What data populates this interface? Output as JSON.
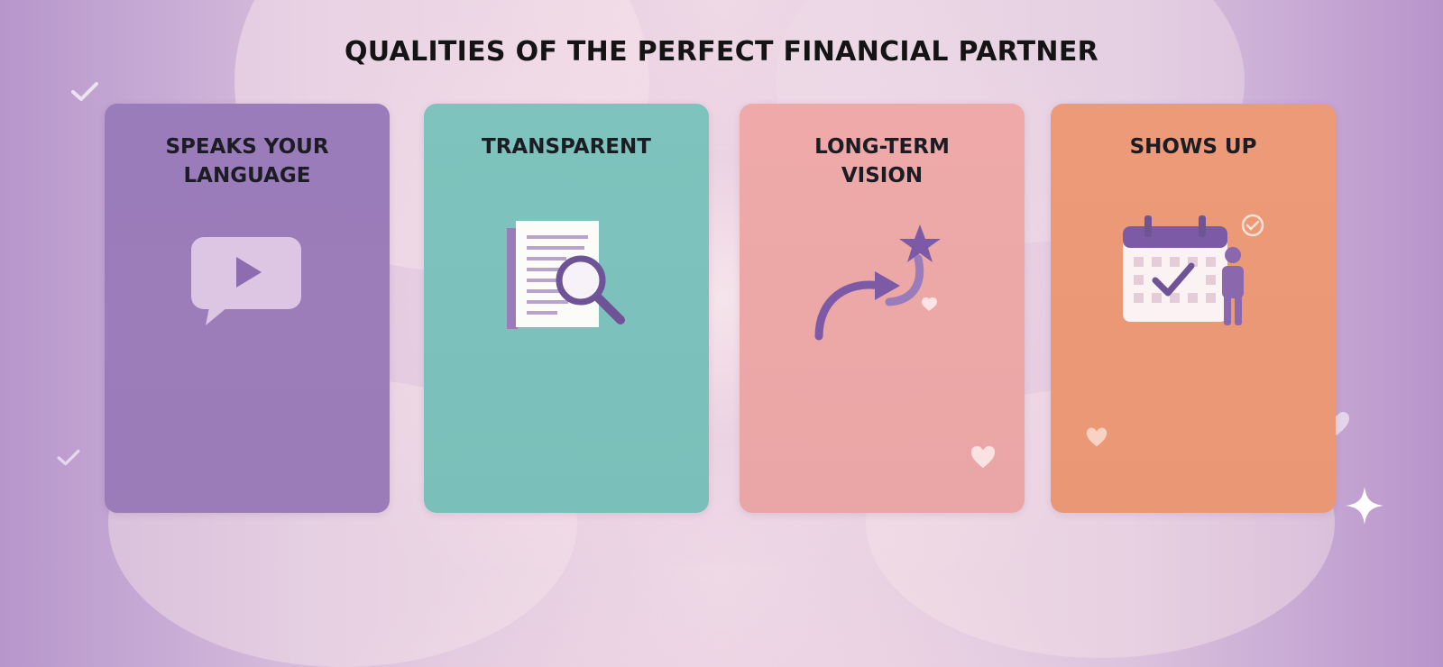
{
  "title": "QUALITIES OF THE PERFECT FINANCIAL PARTNER",
  "cards": [
    {
      "line1": "SPEAKS YOUR",
      "line2": "LANGUAGE",
      "icon": "video-message-icon",
      "color": "#9b7cba"
    },
    {
      "line1": "TRANSPARENT",
      "line2": "",
      "icon": "document-magnifier-icon",
      "color": "#7ec3bd"
    },
    {
      "line1": "LONG-TERM",
      "line2": "VISION",
      "icon": "arrow-to-star-icon",
      "color": "#eea9a8"
    },
    {
      "line1": "SHOWS UP",
      "line2": "",
      "icon": "calendar-person-icon",
      "color": "#ec9a78"
    }
  ],
  "colors": {
    "accent_purple": "#6e5496",
    "background": "#e6d0e2"
  }
}
